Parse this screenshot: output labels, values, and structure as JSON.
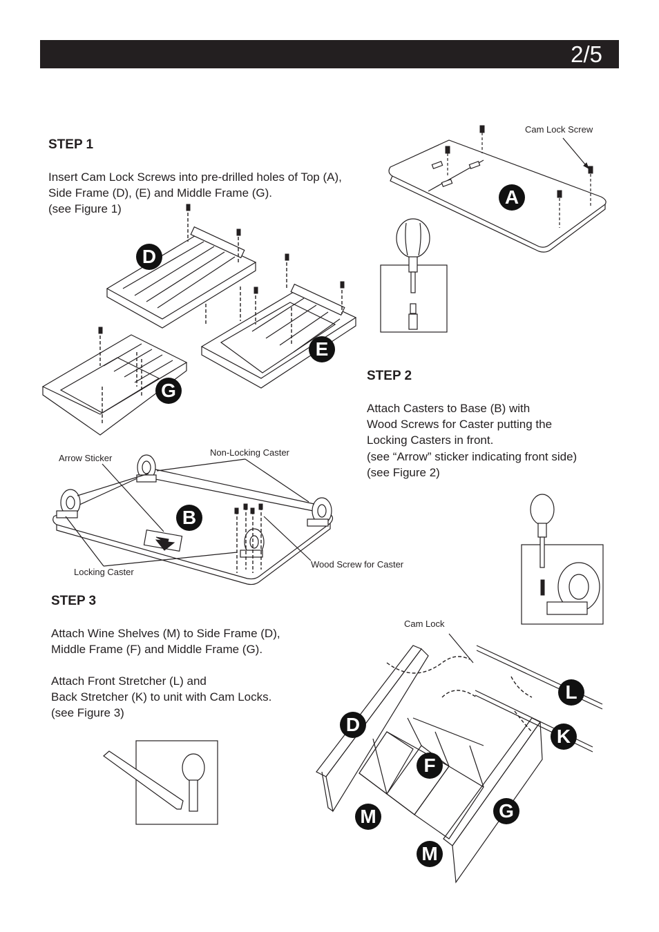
{
  "header": {
    "page_number": "2/5",
    "bar_color": "#231f20"
  },
  "step1": {
    "title": "STEP 1",
    "text": "Insert Cam Lock Screws into pre-drilled holes of Top (A),\nSide Frame (D), (E) and Middle Frame (G).\n(see Figure 1)"
  },
  "step2": {
    "title": "STEP 2",
    "text": "Attach Casters to Base (B) with\nWood Screws for Caster putting the\nLocking Casters in front.\n(see “Arrow” sticker indicating front side)\n(see Figure 2)"
  },
  "step3": {
    "title": "STEP 3",
    "text1": "Attach Wine Shelves (M) to Side Frame (D),\nMiddle Frame (F) and Middle Frame (G).",
    "text2": "Attach Front Stretcher (L) and\nBack Stretcher (K) to unit with Cam Locks.\n(see Figure 3)"
  },
  "callouts": {
    "cam_lock_screw": "Cam Lock Screw",
    "arrow_sticker": "Arrow Sticker",
    "non_locking_caster": "Non-Locking Caster",
    "locking_caster": "Locking Caster",
    "wood_screw": "Wood Screw for Caster",
    "cam_lock": "Cam Lock"
  },
  "part_labels": {
    "A": "A",
    "D": "D",
    "E": "E",
    "G": "G",
    "B": "B",
    "D2": "D",
    "F": "F",
    "L": "L",
    "K": "K",
    "G2": "G",
    "M1": "M",
    "M2": "M"
  },
  "icons": [
    "screwdriver-icon",
    "allen-key-icon",
    "cam-lock-screw-icon",
    "caster-icon"
  ]
}
